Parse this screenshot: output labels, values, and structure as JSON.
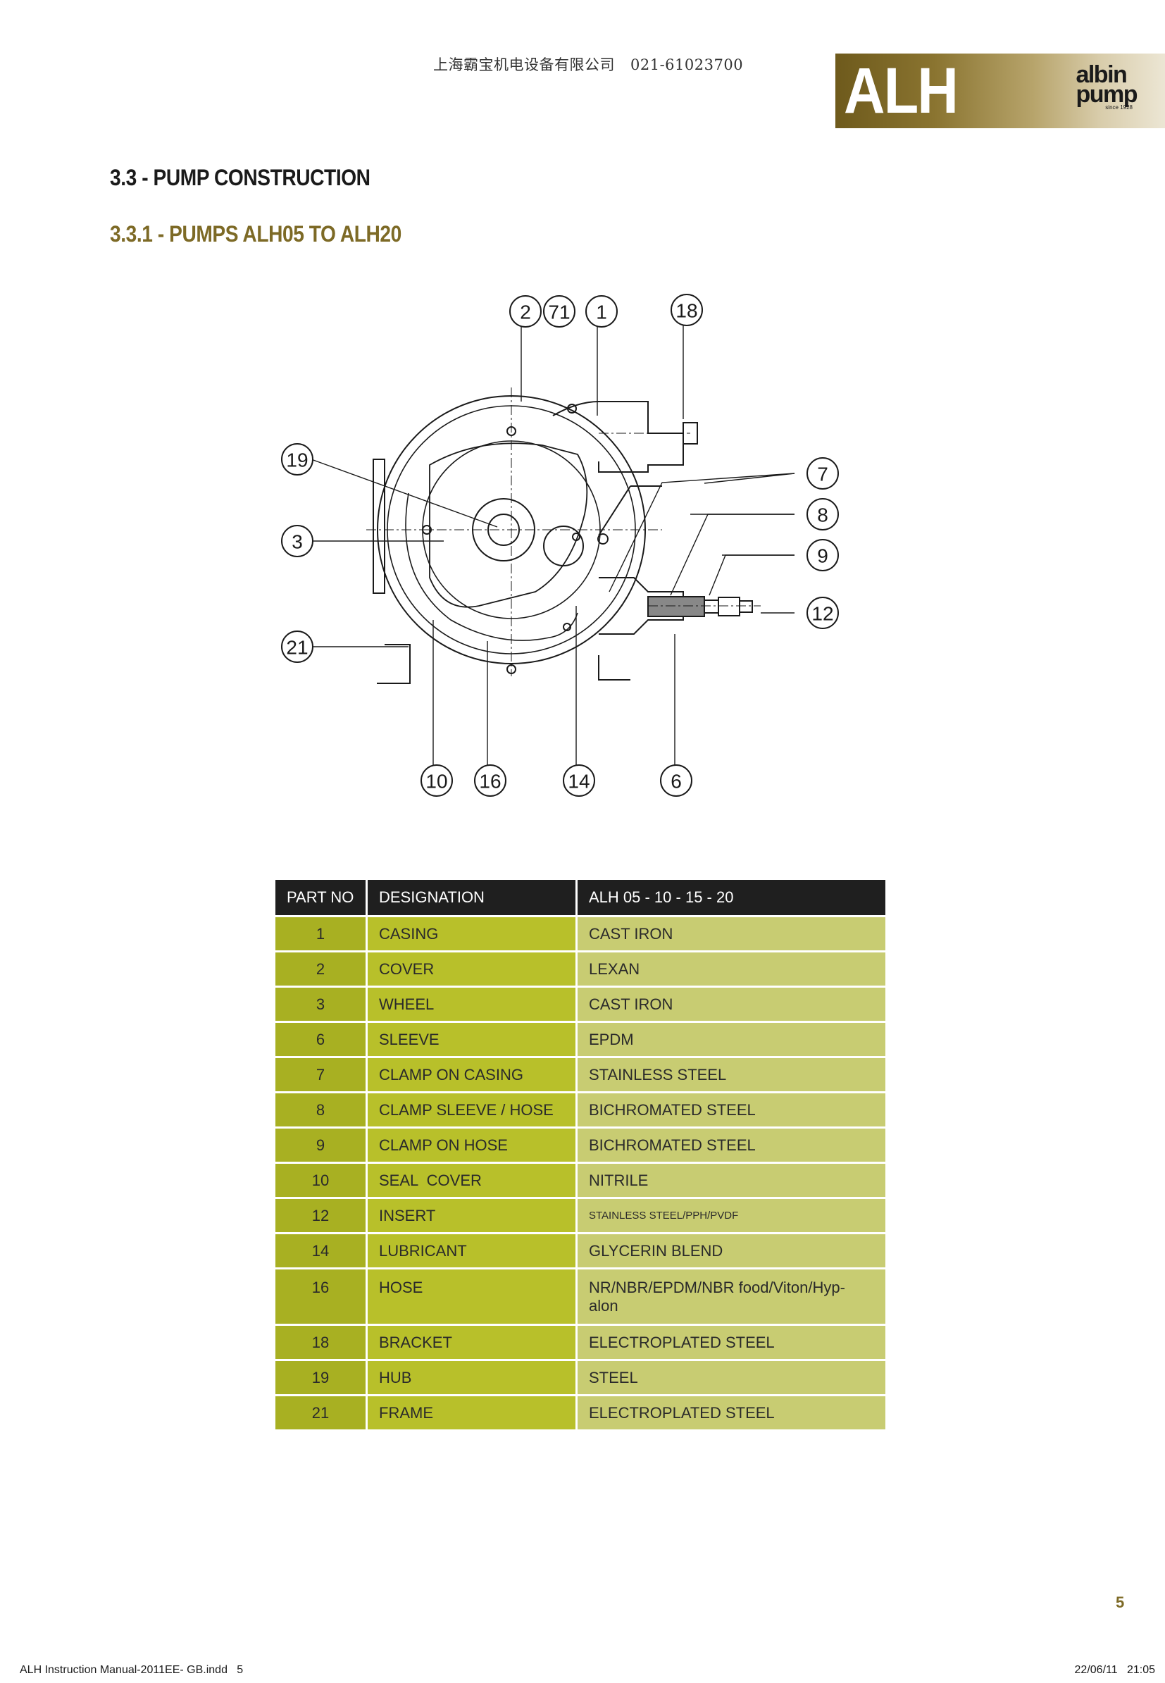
{
  "header": {
    "company": "上海霸宝机电设备有限公司",
    "phone": "021-61023700"
  },
  "brand": {
    "model": "ALH",
    "logo_line1": "albin",
    "logo_line2": "pump",
    "logo_since": "since 1928"
  },
  "section_title": "3.3 - PUMP CONSTRUCTION",
  "subsection_title": "3.3.1 - PUMPS ALH05 TO ALH20",
  "diagram": {
    "callouts": [
      "2",
      "71",
      "1",
      "18",
      "19",
      "7",
      "8",
      "3",
      "9",
      "12",
      "21",
      "10",
      "16",
      "14",
      "6"
    ]
  },
  "parts_table": {
    "headers": [
      "PART NO",
      "DESIGNATION",
      "ALH 05 - 10 - 15 - 20"
    ],
    "rows": [
      {
        "part_no": "1",
        "designation": "CASING",
        "material": "CAST IRON"
      },
      {
        "part_no": "2",
        "designation": "COVER",
        "material": "LEXAN"
      },
      {
        "part_no": "3",
        "designation": "WHEEL",
        "material": "CAST IRON"
      },
      {
        "part_no": "6",
        "designation": "SLEEVE",
        "material": "EPDM"
      },
      {
        "part_no": "7",
        "designation": "CLAMP ON CASING",
        "material": "STAINLESS STEEL"
      },
      {
        "part_no": "8",
        "designation": "CLAMP SLEEVE / HOSE",
        "material": "BICHROMATED STEEL"
      },
      {
        "part_no": "9",
        "designation": "CLAMP ON HOSE",
        "material": "BICHROMATED STEEL"
      },
      {
        "part_no": "10",
        "designation": "SEAL  COVER",
        "material": "NITRILE"
      },
      {
        "part_no": "12",
        "designation": "INSERT",
        "material": "STAINLESS STEEL/PPH/PVDF"
      },
      {
        "part_no": "14",
        "designation": "LUBRICANT",
        "material": "GLYCERIN BLEND"
      },
      {
        "part_no": "16",
        "designation": "HOSE",
        "material": "NR/NBR/EPDM/NBR food/Viton/Hyp-alon"
      },
      {
        "part_no": "18",
        "designation": "BRACKET",
        "material": "ELECTROPLATED STEEL"
      },
      {
        "part_no": "19",
        "designation": "HUB",
        "material": "STEEL"
      },
      {
        "part_no": "21",
        "designation": "FRAME",
        "material": "ELECTROPLATED STEEL"
      }
    ]
  },
  "page_number": "5",
  "footer": {
    "left": "ALH Instruction Manual-2011EE- GB.indd   5",
    "right": "22/06/11   21:05"
  }
}
